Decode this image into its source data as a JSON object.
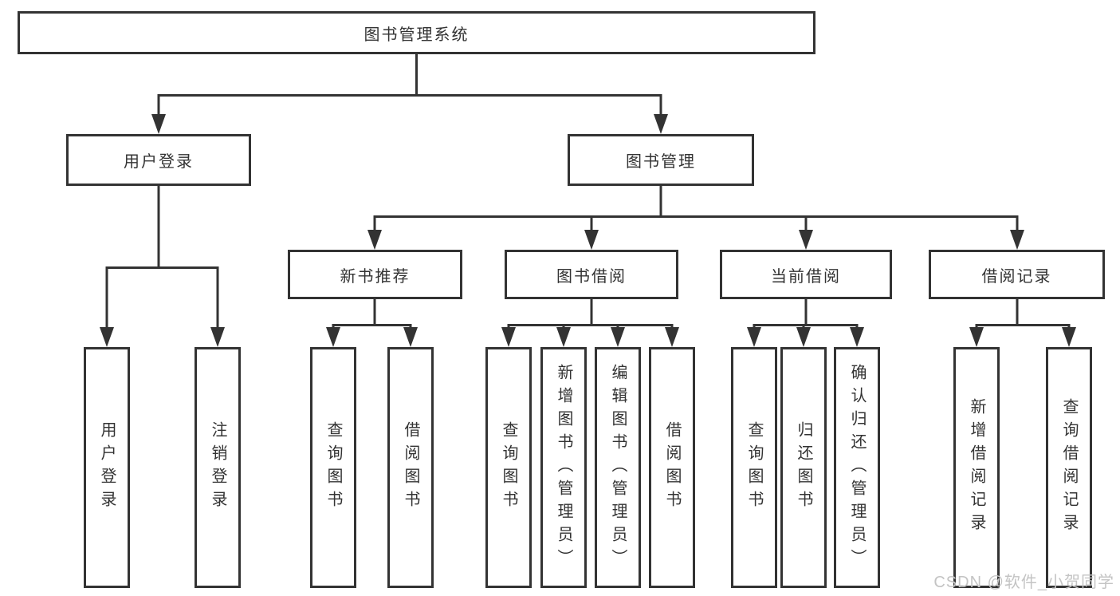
{
  "colors": {
    "line": "#333333",
    "text": "#333333",
    "background": "#ffffff",
    "watermark": "#c4c4c4"
  },
  "diagram_type": "hierarchy-tree",
  "tree": {
    "label": "图书管理系统",
    "children": [
      {
        "label": "用户登录",
        "children": [
          {
            "label": "用户登录"
          },
          {
            "label": "注销登录"
          }
        ]
      },
      {
        "label": "图书管理",
        "children": [
          {
            "label": "新书推荐",
            "children": [
              {
                "label": "查询图书"
              },
              {
                "label": "借阅图书"
              }
            ]
          },
          {
            "label": "图书借阅",
            "children": [
              {
                "label": "查询图书"
              },
              {
                "label": "新增图书（管理员）"
              },
              {
                "label": "编辑图书（管理员）"
              },
              {
                "label": "借阅图书"
              }
            ]
          },
          {
            "label": "当前借阅",
            "children": [
              {
                "label": "查询图书"
              },
              {
                "label": "归还图书"
              },
              {
                "label": "确认归还（管理员）"
              }
            ]
          },
          {
            "label": "借阅记录",
            "children": [
              {
                "label": "新增借阅记录"
              },
              {
                "label": "查询借阅记录"
              }
            ]
          }
        ]
      }
    ]
  },
  "watermark": {
    "text": "CSDN @软件_小贺同学"
  }
}
